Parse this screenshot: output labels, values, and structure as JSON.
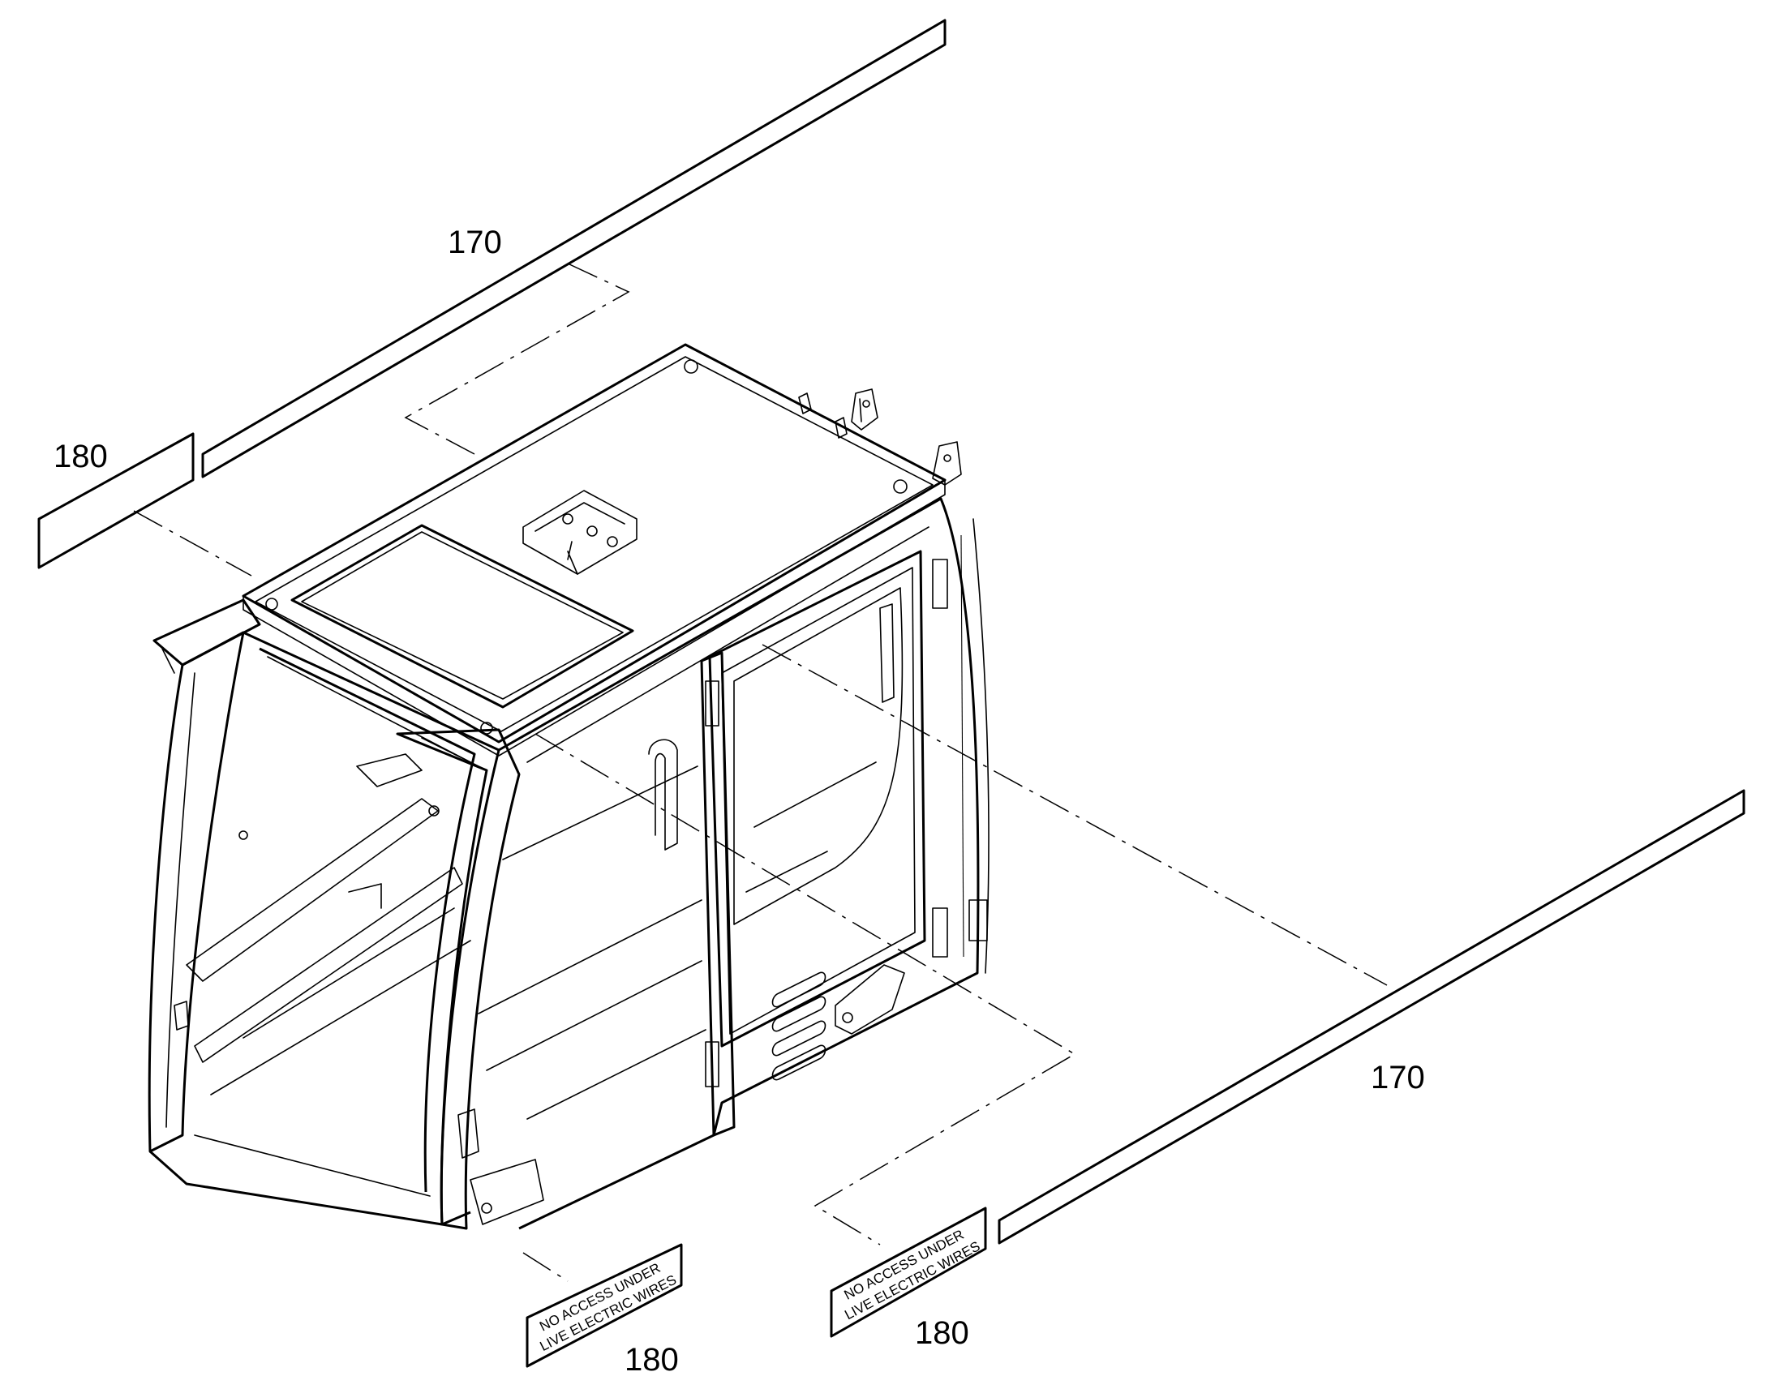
{
  "callouts": {
    "strip_top": "170",
    "strip_bottom": "170",
    "decal_top_left": "180",
    "decal_bottom_left": "180",
    "decal_bottom_right": "180"
  },
  "decal": {
    "line1": "NO ACCESS UNDER",
    "line2": "LIVE ELECTRIC WIRES"
  }
}
